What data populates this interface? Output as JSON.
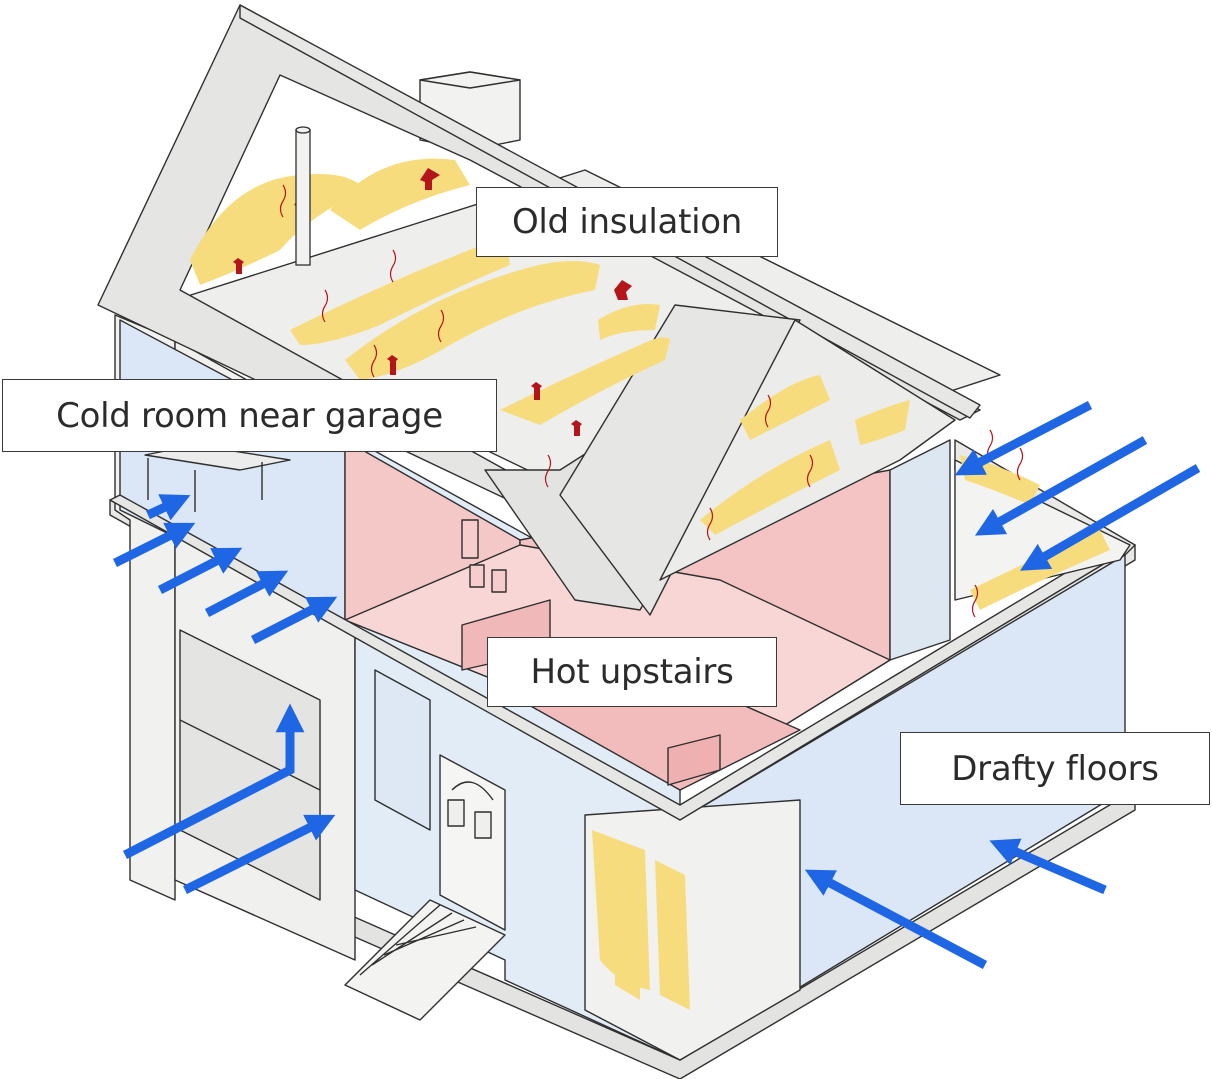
{
  "callouts": {
    "old_insulation": "Old insulation",
    "cold_room": "Cold room near garage",
    "hot_upstairs": "Hot upstairs",
    "drafty_floors": "Drafty floors"
  },
  "colors": {
    "insulation": "#f7dc7e",
    "hot_room": "#f5c8c8",
    "cold_room": "#dbe7f6",
    "wall": "#f1f1ef",
    "roof": "#e6e6e4",
    "outline": "#2f2f2f",
    "air_arrow": "#1f66e5",
    "heat_arrow": "#b4151b"
  }
}
